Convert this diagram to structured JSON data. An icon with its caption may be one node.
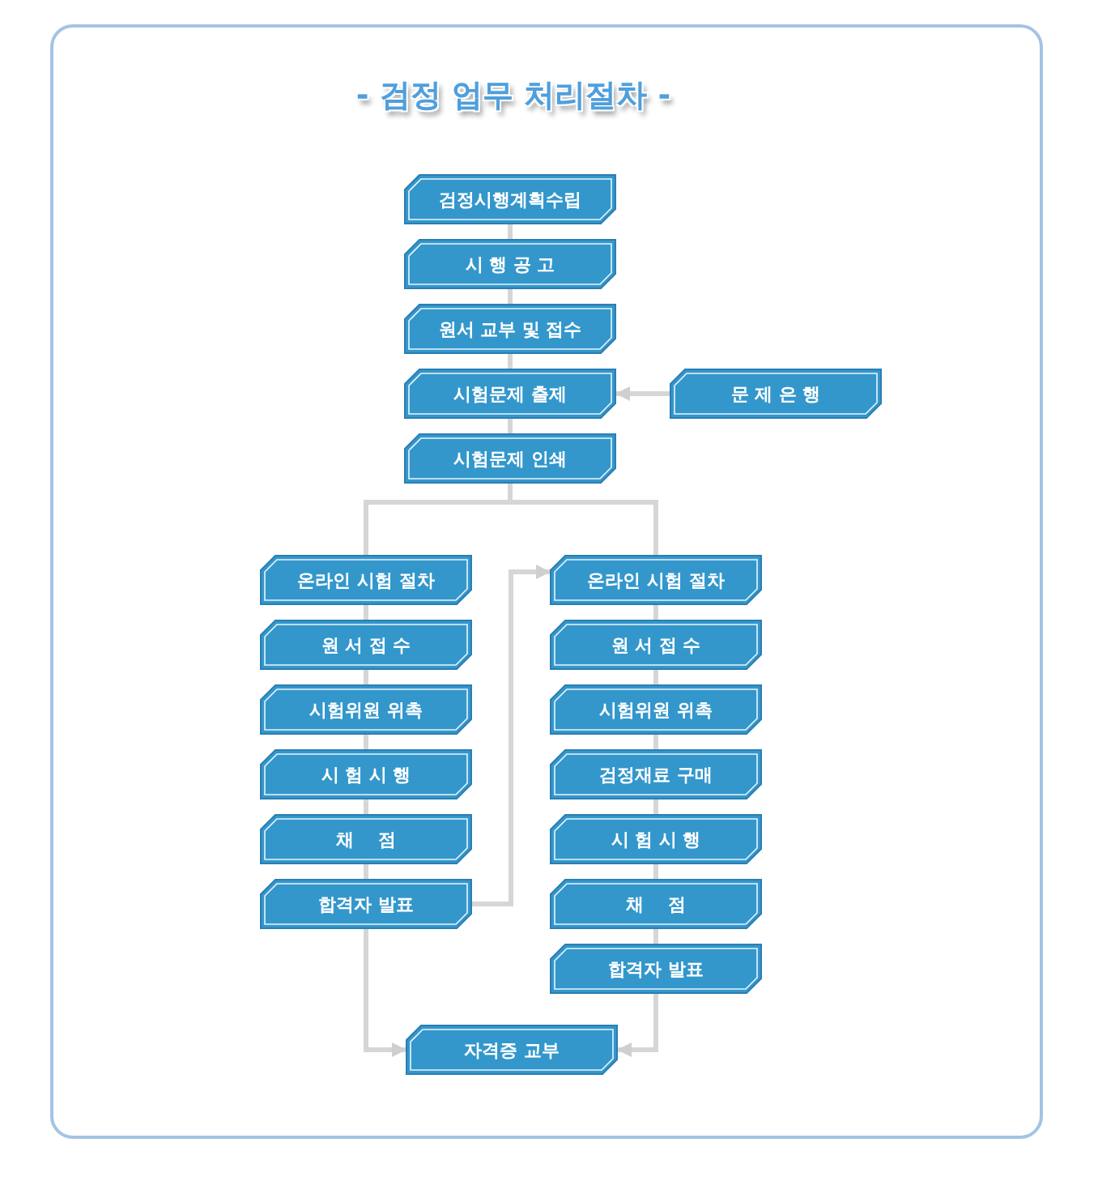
{
  "diagram": {
    "title": "- 검정 업무 처리절차 -",
    "nodes": [
      {
        "text": [
          "검정시행계획수립"
        ]
      },
      {
        "text": [
          "시 행 공 고"
        ]
      },
      {
        "text": [
          "원서 교부 및 접수"
        ]
      },
      {
        "text": [
          "시험문제 출제"
        ]
      },
      {
        "text": [
          "문 제 은 행"
        ]
      },
      {
        "text": [
          "시험문제 인쇄"
        ]
      },
      {
        "text": [
          "온라인 시험 절차"
        ]
      },
      {
        "text": [
          "원 서 접 수"
        ]
      },
      {
        "text": [
          "시험위원 위촉"
        ]
      },
      {
        "text": [
          "시 험 시 행"
        ]
      },
      {
        "text": [
          "채    점"
        ]
      },
      {
        "text": [
          "합격자 발표"
        ]
      },
      {
        "text": [
          "온라인 시험 절차"
        ]
      },
      {
        "text": [
          "원 서 접 수"
        ]
      },
      {
        "text": [
          "시험위원 위촉"
        ]
      },
      {
        "text": [
          "검정재료 구매"
        ]
      },
      {
        "text": [
          "시 험 시 행"
        ]
      },
      {
        "text": [
          "채    점"
        ]
      },
      {
        "text": [
          "합격자 발표"
        ]
      },
      {
        "text": [
          "자격증 교부"
        ]
      }
    ],
    "edges": [
      {
        "from": 0,
        "to": 1,
        "arrow": "none"
      },
      {
        "from": 1,
        "to": 2,
        "arrow": "none"
      },
      {
        "from": 2,
        "to": 3,
        "arrow": "none"
      },
      {
        "from": 4,
        "to": 3,
        "arrow": "to"
      },
      {
        "from": 3,
        "to": 5,
        "arrow": "none"
      },
      {
        "from": 5,
        "to": 6,
        "arrow": "none"
      },
      {
        "from": 5,
        "to": 12,
        "arrow": "none"
      },
      {
        "from": 6,
        "to": 7,
        "arrow": "none"
      },
      {
        "from": 7,
        "to": 8,
        "arrow": "none"
      },
      {
        "from": 8,
        "to": 9,
        "arrow": "none"
      },
      {
        "from": 9,
        "to": 10,
        "arrow": "none"
      },
      {
        "from": 10,
        "to": 11,
        "arrow": "none"
      },
      {
        "from": 11,
        "to": 12,
        "arrow": "to"
      },
      {
        "from": 12,
        "to": 13,
        "arrow": "none"
      },
      {
        "from": 13,
        "to": 14,
        "arrow": "none"
      },
      {
        "from": 14,
        "to": 15,
        "arrow": "none"
      },
      {
        "from": 15,
        "to": 16,
        "arrow": "none"
      },
      {
        "from": 16,
        "to": 17,
        "arrow": "none"
      },
      {
        "from": 17,
        "to": 18,
        "arrow": "none"
      },
      {
        "from": 11,
        "to": 19,
        "arrow": "to"
      },
      {
        "from": 18,
        "to": 19,
        "arrow": "to"
      }
    ]
  }
}
